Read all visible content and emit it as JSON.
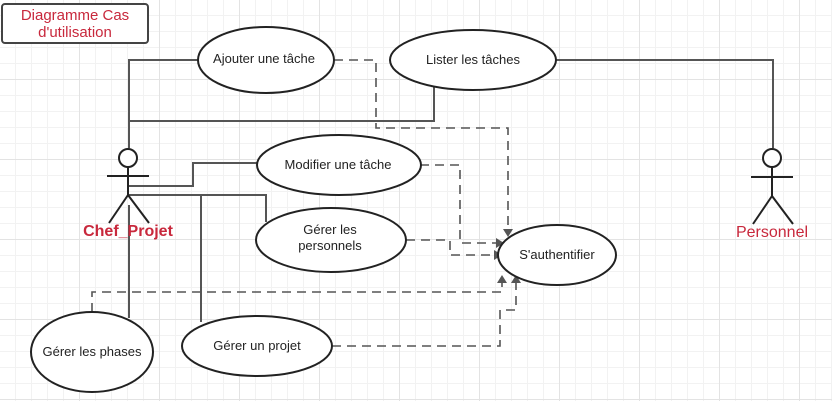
{
  "diagram": {
    "title": "Diagramme Cas d'utilisation",
    "actors": {
      "chef": "Chef_Projet",
      "personnel": "Personnel"
    },
    "use_cases": {
      "ajouter": "Ajouter une tâche",
      "lister": "Lister les tâches",
      "modifier": "Modifier une tâche",
      "gerer_personnels_1": "Gérer les",
      "gerer_personnels_2": "personnels",
      "authentifier": "S'authentifier",
      "gerer_projet": "Gérer un projet",
      "gerer_phases": "Gérer les phases"
    },
    "colors": {
      "actor_label": "#c8283c",
      "line": "#555555"
    }
  }
}
